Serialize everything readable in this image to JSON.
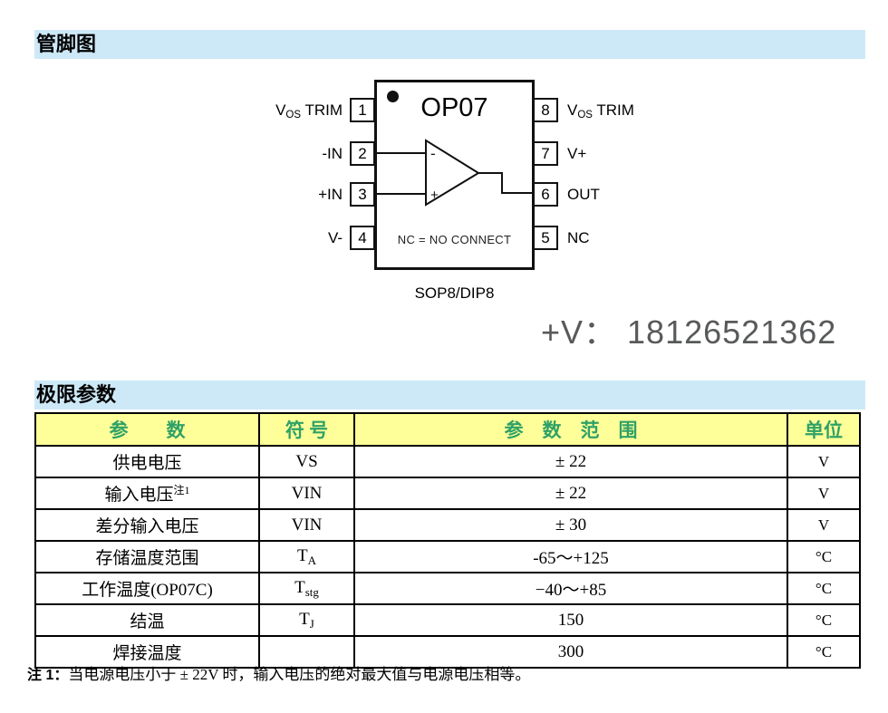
{
  "colors": {
    "section_bar_bg": "#cde9f8",
    "table_header_bg": "#ffff99",
    "table_header_text": "#2fa167",
    "watermark_text": "#58595b",
    "line_color": "#111111"
  },
  "sections": {
    "pin_diagram_title": "管脚图",
    "limits_title": "极限参数"
  },
  "pin_diagram": {
    "chip_name": "OP07",
    "nc_note": "NC = NO CONNECT",
    "package_label": "SOP8/DIP8",
    "opamp": {
      "minus": "-",
      "plus": "+"
    },
    "left_pins": [
      {
        "number": "1",
        "base": "V",
        "sub": "OS",
        "rest": " TRIM"
      },
      {
        "number": "2",
        "base": "-IN",
        "sub": "",
        "rest": ""
      },
      {
        "number": "3",
        "base": "+IN",
        "sub": "",
        "rest": ""
      },
      {
        "number": "4",
        "base": "V-",
        "sub": "",
        "rest": ""
      }
    ],
    "right_pins": [
      {
        "number": "8",
        "base": "V",
        "sub": "OS",
        "rest": " TRIM"
      },
      {
        "number": "7",
        "base": "V+",
        "sub": "",
        "rest": ""
      },
      {
        "number": "6",
        "base": "OUT",
        "sub": "",
        "rest": ""
      },
      {
        "number": "5",
        "base": "NC",
        "sub": "",
        "rest": ""
      }
    ]
  },
  "watermark": "+V： 18126521362",
  "limits_table": {
    "headers": [
      "参　　数",
      "符 号",
      "参　数　范　围",
      "单位"
    ],
    "rows": [
      {
        "param": "供电电压",
        "param_sup": "",
        "symbol": "VS",
        "symbol_sub": "",
        "range": "± 22",
        "unit": "V"
      },
      {
        "param": "输入电压",
        "param_sup": "注1",
        "symbol": "VIN",
        "symbol_sub": "",
        "range": "± 22",
        "unit": "V"
      },
      {
        "param": "差分输入电压",
        "param_sup": "",
        "symbol": "VIN",
        "symbol_sub": "",
        "range": "± 30",
        "unit": "V"
      },
      {
        "param": "存储温度范围",
        "param_sup": "",
        "symbol": "T",
        "symbol_sub": "A",
        "range": "-65～+125",
        "unit": "°C"
      },
      {
        "param": "工作温度(OP07C)",
        "param_sup": "",
        "symbol": "T",
        "symbol_sub": "stg",
        "range": "−40～+85",
        "unit": "°C"
      },
      {
        "param": "结温",
        "param_sup": "",
        "symbol": "T",
        "symbol_sub": "J",
        "range": "150",
        "unit": "°C"
      },
      {
        "param": "焊接温度",
        "param_sup": "",
        "symbol": "",
        "symbol_sub": "",
        "range": "300",
        "unit": "°C"
      }
    ]
  },
  "footnote": {
    "prefix": "注 1：",
    "text": "当电源电压小于 ± 22V 时，输入电压的绝对最大值与电源电压相等。"
  }
}
